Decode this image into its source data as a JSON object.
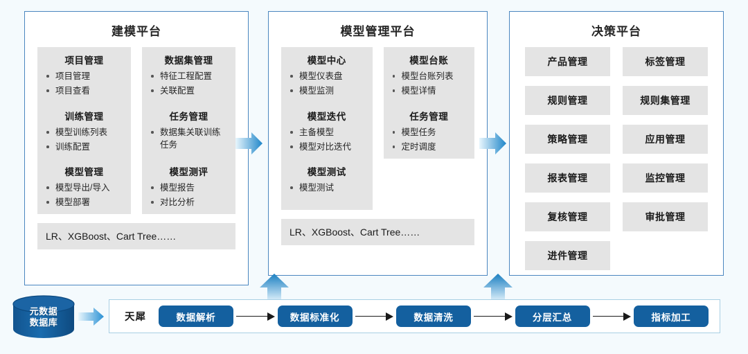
{
  "theme": {
    "page_bg": "#f4fafd",
    "panel_border": "#4a86bf",
    "card_bg": "#e4e4e4",
    "accent_blue": "#14609f",
    "arrow_blue": "#2a8ccd"
  },
  "panels": [
    {
      "id": "modeling",
      "title": "建模平台",
      "cards": [
        {
          "title": "项目管理",
          "items": [
            "项目管理",
            "项目查看"
          ]
        },
        {
          "title": "数据集管理",
          "items": [
            "特征工程配置",
            "关联配置"
          ]
        },
        {
          "title": "训练管理",
          "items": [
            "模型训练列表",
            "训练配置"
          ]
        },
        {
          "title": "任务管理",
          "items": [
            "数据集关联训练任务"
          ]
        },
        {
          "title": "模型管理",
          "items": [
            "模型导出/导入",
            "模型部署"
          ]
        },
        {
          "title": "模型测评",
          "items": [
            "模型报告",
            "对比分析"
          ]
        }
      ],
      "footer": "LR、XGBoost、Cart Tree……"
    },
    {
      "id": "model-management",
      "title": "模型管理平台",
      "cards": [
        {
          "title": "模型中心",
          "items": [
            "模型仪表盘",
            "模型监测"
          ]
        },
        {
          "title": "模型台账",
          "items": [
            "模型台账列表",
            "模型详情"
          ]
        },
        {
          "title": "模型迭代",
          "items": [
            "主备模型",
            "模型对比迭代"
          ]
        },
        {
          "title": "任务管理",
          "items": [
            "模型任务",
            "定时调度"
          ]
        },
        {
          "title": "模型测试",
          "items": [
            "模型测试"
          ]
        }
      ],
      "footer": "LR、XGBoost、Cart Tree……"
    },
    {
      "id": "decision",
      "title": "决策平台",
      "modules": [
        "产品管理",
        "标签管理",
        "规则管理",
        "规则集管理",
        "策略管理",
        "应用管理",
        "报表管理",
        "监控管理",
        "复核管理",
        "审批管理",
        "进件管理"
      ]
    }
  ],
  "datasource": {
    "cylinder_line1": "元数据",
    "cylinder_line2": "数据库"
  },
  "pipeline": {
    "label": "天犀",
    "stages": [
      "数据解析",
      "数据标准化",
      "数据清洗",
      "分层汇总",
      "指标加工"
    ]
  }
}
